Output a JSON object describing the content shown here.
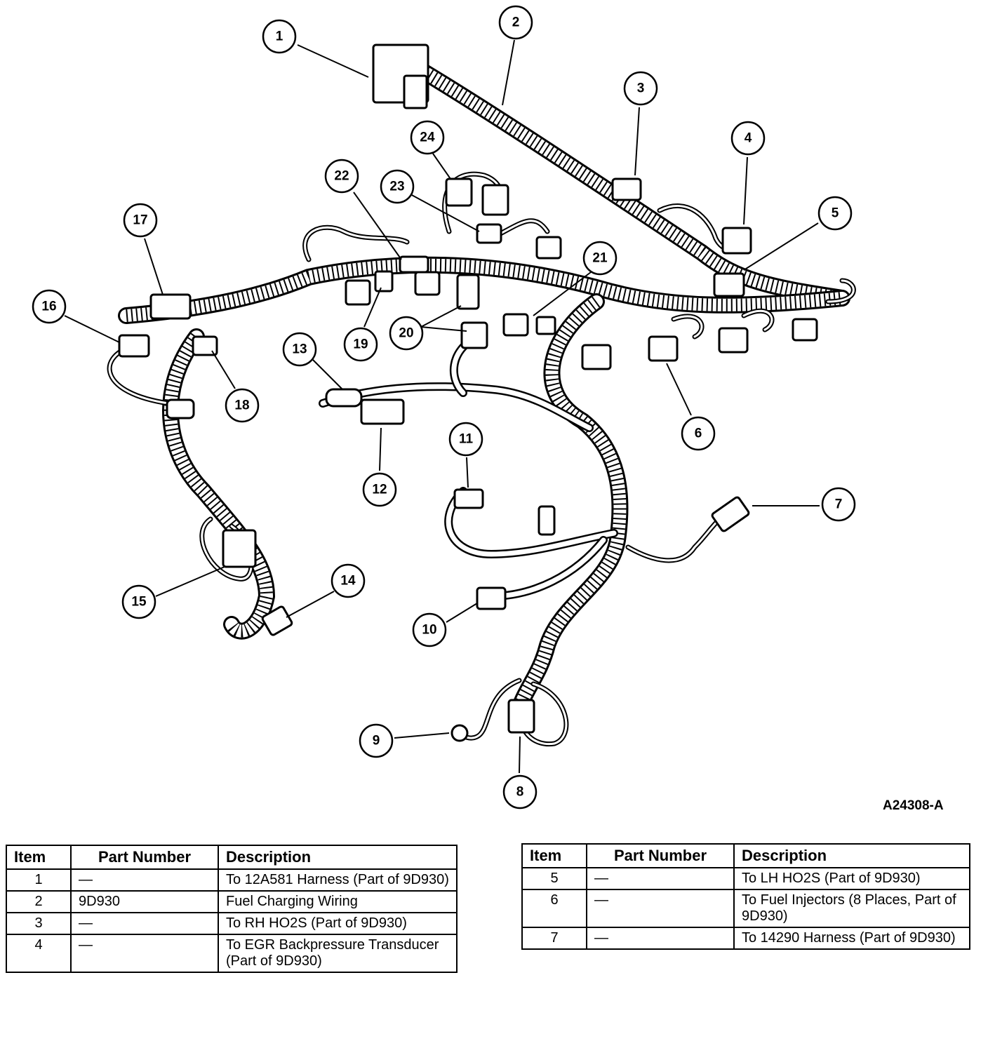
{
  "figure_id": "A24308-A",
  "callouts": [
    "1",
    "2",
    "3",
    "4",
    "5",
    "6",
    "7",
    "8",
    "9",
    "10",
    "11",
    "12",
    "13",
    "14",
    "15",
    "16",
    "17",
    "18",
    "19",
    "20",
    "21",
    "22",
    "23",
    "24"
  ],
  "tables": {
    "headers": {
      "item": "Item",
      "part_number": "Part Number",
      "description": "Description"
    },
    "left": [
      {
        "item": "1",
        "part_number": "—",
        "description": "To 12A581 Harness (Part of 9D930)"
      },
      {
        "item": "2",
        "part_number": "9D930",
        "description": "Fuel Charging Wiring"
      },
      {
        "item": "3",
        "part_number": "—",
        "description": "To RH HO2S (Part of 9D930)"
      },
      {
        "item": "4",
        "part_number": "—",
        "description": "To EGR Backpressure Transducer (Part of 9D930)"
      }
    ],
    "right": [
      {
        "item": "5",
        "part_number": "—",
        "description": "To LH HO2S (Part of 9D930)"
      },
      {
        "item": "6",
        "part_number": "—",
        "description": "To Fuel Injectors (8 Places, Part of 9D930)"
      },
      {
        "item": "7",
        "part_number": "—",
        "description": "To 14290 Harness (Part of 9D930)"
      }
    ]
  }
}
